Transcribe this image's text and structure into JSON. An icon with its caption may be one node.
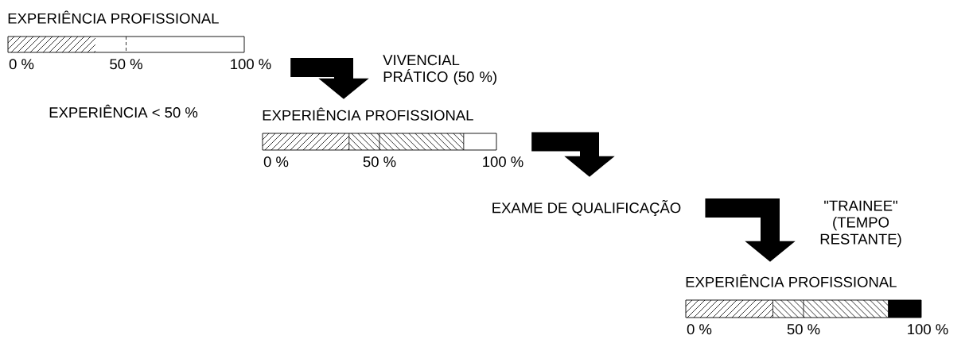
{
  "diagram": {
    "nodes": [
      {
        "text": [
          "EXPERIÊNCIA PROFISSIONAL"
        ],
        "beside": [
          "0 %",
          "50 %",
          "100 %"
        ]
      },
      {
        "text": [
          "EXPERIÊNCIA PROFISSIONAL"
        ],
        "beside": [
          "0 %",
          "50 %",
          "100 %"
        ]
      },
      {
        "text": [
          "EXAME DE QUALIFICAÇÃO"
        ]
      },
      {
        "text": [
          "EXPERIÊNCIA PROFISSIONAL"
        ],
        "beside": [
          "0 %",
          "50 %",
          "100 %"
        ]
      }
    ],
    "edges": [
      {
        "from": 0,
        "to": 1,
        "arrow": "to",
        "label": "VIVENCIAL PRÁTICO (50 %)"
      },
      {
        "from": 1,
        "to": 2,
        "arrow": "to"
      },
      {
        "from": 2,
        "to": 3,
        "arrow": "to",
        "label": "\"TRAINEE\" (TEMPO RESTANTE)"
      }
    ],
    "labels": [
      "EXPERIÊNCIA < 50 %"
    ]
  }
}
